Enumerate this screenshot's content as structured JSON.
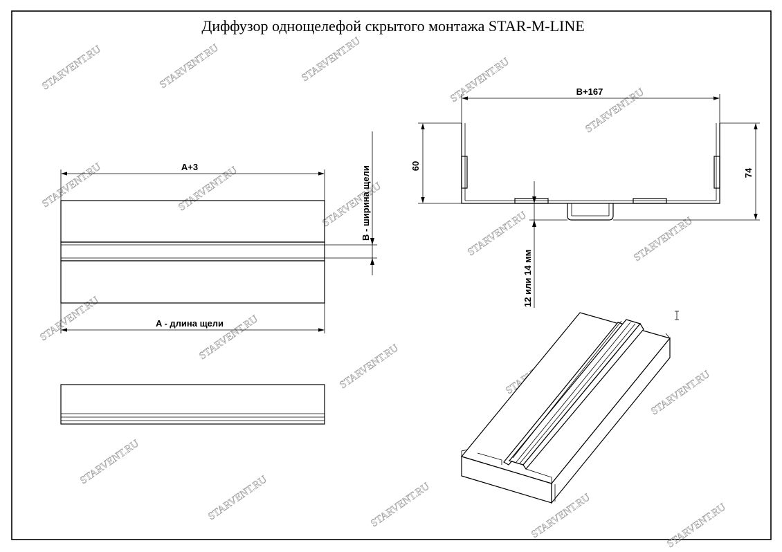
{
  "title": "Диффузор однощелефой скрытого монтажа STAR-M-LINE",
  "watermark": "STARVENT.RU",
  "dimensions": {
    "front_total_length": "A+3",
    "slot_length": "A - длина щели",
    "slot_width": "B  - ширина щели",
    "section_width": "B+167",
    "section_height_inner": "60",
    "section_height_total": "74",
    "frame_depth": "12 или 14 мм"
  },
  "cursor_icon": "text-cursor-icon"
}
